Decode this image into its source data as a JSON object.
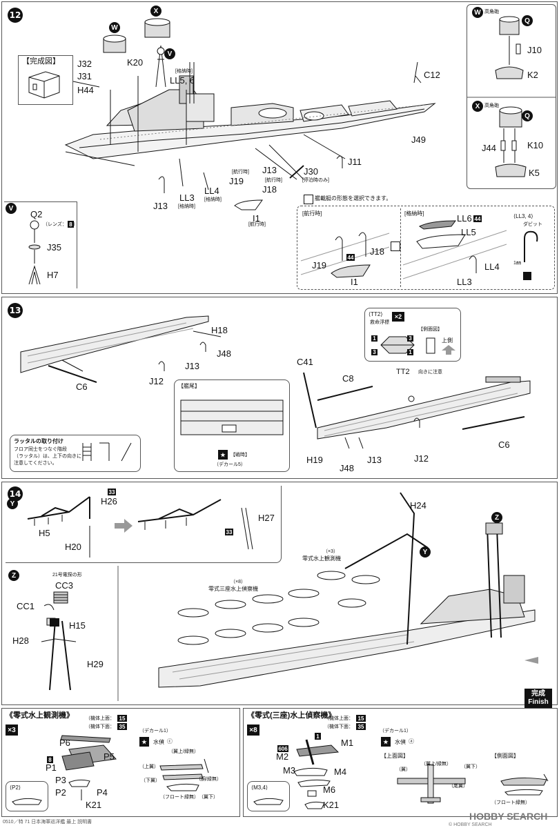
{
  "step12": {
    "number": "12",
    "complete_label": "【完成図】",
    "parts": {
      "J32": "J32",
      "J31": "J31",
      "H44": "H44",
      "K20": "K20",
      "LL5_6": "LL5, 6",
      "storage_label": "[格納時]",
      "C12": "C12",
      "J49": "J49",
      "J30": "J30",
      "J30_note": "[停泊時のみ]",
      "J11": "J11",
      "J13a": "J13",
      "J13b": "J13",
      "J18": "J18",
      "J18_note": "[航行時]",
      "J19": "J19",
      "J19_note": "[航行時]",
      "LL4": "LL4",
      "LL4_note": "[格納時]",
      "LL3": "LL3",
      "LL3_note": "[格納時]",
      "I1": "I1",
      "I1_note": "[航行時]"
    },
    "select_note": "艦載艇の形態を選択できます。",
    "sub_left": {
      "title": "[航行時]",
      "J19": "J19",
      "J18": "J18",
      "I1": "I1",
      "badge": "44"
    },
    "sub_mid": {
      "title": "[格納時]",
      "LL6": "LL6",
      "badge": "44",
      "LL5": "LL5",
      "LL4": "LL4",
      "LL3": "LL3"
    },
    "sub_right": {
      "title": "⟨LL3, 4⟩",
      "note": "ダビット",
      "dim": "1㎜"
    },
    "V_box": {
      "marker": "V",
      "Q2": "Q2",
      "lens": "（レンズ：",
      "lens_badge": "8",
      "lens_close": "）",
      "J35": "J35",
      "H7": "H7"
    },
    "W_box": {
      "marker": "W",
      "note": "高角砲",
      "Q": "Q",
      "J10": "J10",
      "K2": "K2"
    },
    "X_box": {
      "marker": "X",
      "note": "高角砲",
      "Q": "Q",
      "J44": "J44",
      "K10": "K10",
      "K5": "K5"
    },
    "markers": {
      "W": "W",
      "X": "X",
      "V": "V"
    }
  },
  "step13": {
    "number": "13",
    "parts": {
      "H18": "H18",
      "J48a": "J48",
      "J13a": "J13",
      "C6a": "C6",
      "J12a": "J12",
      "C41": "C41",
      "C8": "C8",
      "TT2": "TT2",
      "TT2_note": "向きに注意",
      "C6b": "C6",
      "J12b": "J12",
      "H19": "H19",
      "J13b": "J13",
      "J48b": "J48"
    },
    "tt2_box": {
      "title": "⟨TT2⟩",
      "sub": "救命浮標",
      "qty": "×2",
      "side_title": "【側面図】",
      "up": "上側",
      "n1": "1",
      "n3": "3"
    },
    "stern_box": {
      "title": "【艦尾】",
      "decal_label": "（デカール5）",
      "mark": "【戦時】"
    },
    "ladder_box": {
      "title": "ラッタルの取り付け",
      "text1": "フロア同士をつなぐ階段",
      "text2": "（ラッタル）は、上下の向きに",
      "text3": "注意してください。"
    }
  },
  "step14": {
    "number": "14",
    "Y_box": {
      "marker": "Y",
      "H26": "H26",
      "badge33a": "33",
      "H5": "H5",
      "H20": "H20",
      "H27": "H27",
      "badge33b": "33"
    },
    "Z_box": {
      "marker": "Z",
      "note": "21号電探の形",
      "CC3": "CC3",
      "CC1": "CC1",
      "H15": "H15",
      "H28": "H28",
      "H29": "H29"
    },
    "main": {
      "H24": "H24",
      "Y": "Y",
      "Z": "Z",
      "qty3": "（×3）",
      "obs_plane": "零式水上観測機",
      "qty8": "（×8）",
      "recon_plane": "零式三座水上偵察機"
    },
    "finish": {
      "ja": "完成",
      "en": "Finish"
    }
  },
  "bottom_left": {
    "title": "《零式水上観測機》",
    "qty": "×3",
    "top_note": "（機体上面：",
    "top_badge": "15",
    "bottom_note": "（機体下面：",
    "bottom_badge": "35",
    "decal": "（デカール1）",
    "mark": "水偵",
    "mark_letter": "ⓒ",
    "parts": {
      "P6": "P6",
      "P5": "P5",
      "P1": "P1",
      "P1_badge": "8",
      "P3": "P3",
      "P2": "P2",
      "P4": "P4",
      "K21": "K21"
    },
    "subs": {
      "upper": "（翼上/緑無）",
      "upper_wing": "（上翼）",
      "lower_wing": "（下翼）",
      "body": "（胴/緑無）",
      "float": "（フロート緑無）",
      "lower": "（翼下）"
    },
    "inset": "⟨P2⟩"
  },
  "bottom_right": {
    "title": "《零式(三座)水上偵察機》",
    "qty": "×8",
    "top_note": "（機体上面：",
    "top_badge": "15",
    "bottom_note": "（機体下面：",
    "bottom_badge": "35",
    "decal": "（デカール1）",
    "mark": "水偵",
    "mark_letter": "ⓐ",
    "parts": {
      "M1": "M1",
      "M1_badge": "1",
      "M2": "M2",
      "M2_badge": "606",
      "M3": "M3",
      "M4": "M4",
      "M6": "M6",
      "K21": "K21"
    },
    "top_view": "【上面図】",
    "side_view": "【側面図】",
    "subs": {
      "wing": "（翼）",
      "upper": "（翼上/緑無）",
      "lower": "（翼下）",
      "tail": "（尾翼）",
      "float": "（フロート緑無）"
    },
    "inset": "⟨M3,4⟩"
  },
  "footer": {
    "code": "0510／特 71 日本海軍巡洋艦 最上 説明書",
    "watermark": "HOBBY SEARCH",
    "copyright": "© HOBBY SEARCH"
  }
}
